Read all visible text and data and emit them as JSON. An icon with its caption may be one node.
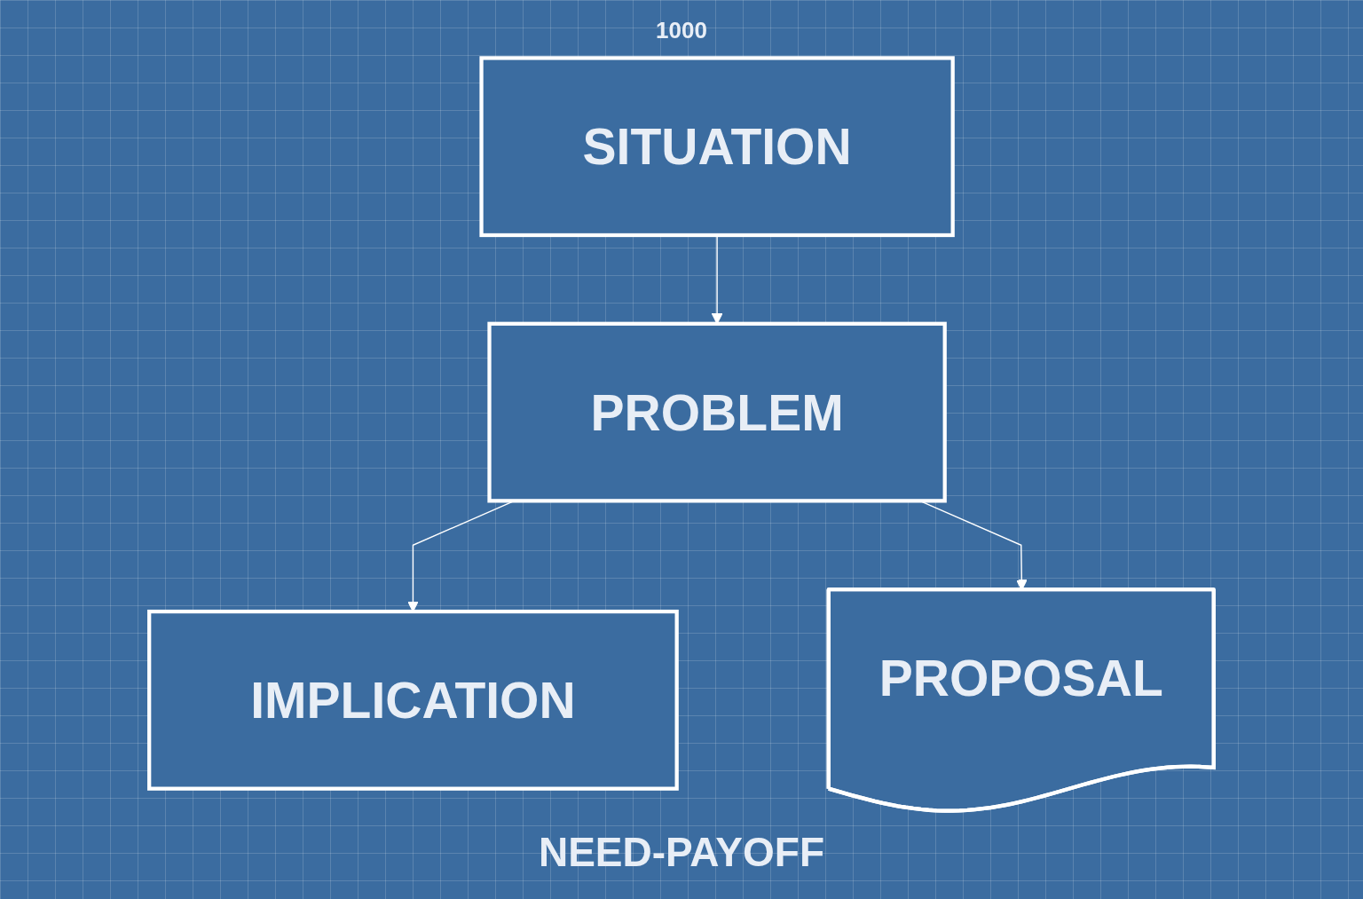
{
  "diagram": {
    "nodes": [
      {
        "text": [
          "SITUATION"
        ]
      },
      {
        "text": [
          "PROBLEM"
        ]
      },
      {
        "text": [
          "IMPLICATION"
        ]
      },
      {
        "text": [
          "PROPOSAL"
        ]
      }
    ],
    "edges": [
      {
        "from": 0,
        "to": 1,
        "arrow": "to"
      },
      {
        "from": 1,
        "to": 2,
        "arrow": "to"
      },
      {
        "from": 1,
        "to": 3,
        "arrow": "to"
      }
    ],
    "labels": [
      "1000",
      "NEED-PAYOFF"
    ]
  }
}
